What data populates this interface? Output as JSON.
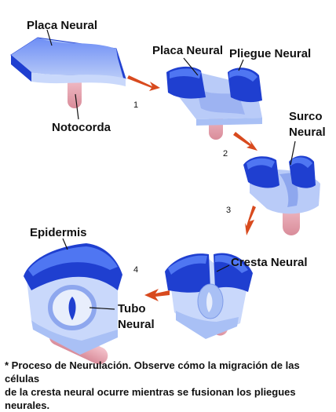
{
  "labels": {
    "placa_neural_1": "Placa Neural",
    "notocorda": "Notocorda",
    "placa_neural_2": "Placa Neural",
    "pliegue_neural": "Pliegue Neural",
    "surco_neural_line1": "Surco",
    "surco_neural_line2": "Neural",
    "epidermis": "Epidermis",
    "cresta_neural": "Cresta Neural",
    "tubo_neural_line1": "Tubo",
    "tubo_neural_line2": "Neural"
  },
  "steps": [
    "1",
    "2",
    "3",
    "4"
  ],
  "caption": {
    "line1": "*  Proceso de Neurulación.  Observe cómo la migración de las células",
    "line2": "de la cresta neural ocurre mientras se fusionan los pliegues neurales."
  },
  "colors": {
    "blue_dark": "#1f3fd0",
    "blue_mid": "#3b64f0",
    "blue_light": "#a9c0f5",
    "blue_pale": "#c9d8fb",
    "pink": "#e8a8b4",
    "arrow": "#d84a1e"
  }
}
